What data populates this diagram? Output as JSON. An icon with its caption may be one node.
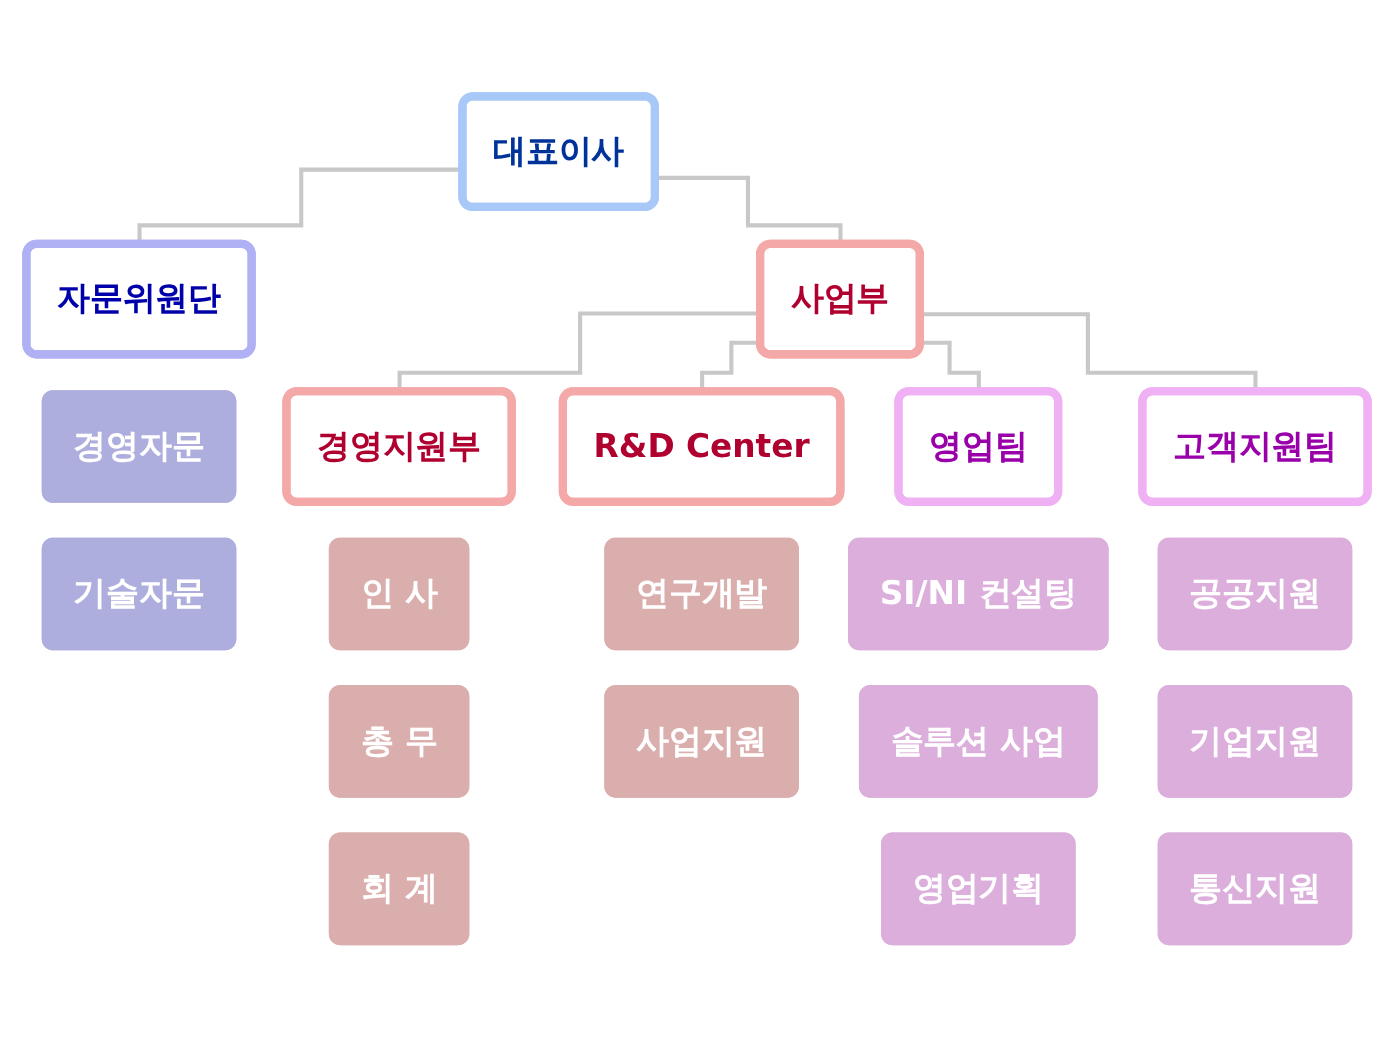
{
  "diagram": {
    "nodes": [
      {
        "text": [
          "대표이사"
        ]
      },
      {
        "text": [
          "자문위원단"
        ]
      },
      {
        "text": [
          "경영자문"
        ]
      },
      {
        "text": [
          "기술자문"
        ]
      },
      {
        "text": [
          "경영지원부"
        ]
      },
      {
        "text": [
          "인 사"
        ]
      },
      {
        "text": [
          "총 무"
        ]
      },
      {
        "text": [
          "회 계"
        ]
      },
      {
        "text": [
          "사업부"
        ]
      },
      {
        "text": [
          "R&D Center"
        ]
      },
      {
        "text": [
          "연구개발"
        ]
      },
      {
        "text": [
          "사업지원"
        ]
      },
      {
        "text": [
          "영업팀"
        ]
      },
      {
        "text": [
          "SI/NI 컨설팅"
        ]
      },
      {
        "text": [
          "솔루션 사업"
        ]
      },
      {
        "text": [
          "영업기획"
        ]
      },
      {
        "text": [
          "고객지원팀"
        ]
      },
      {
        "text": [
          "공공지원"
        ]
      },
      {
        "text": [
          "기업지원"
        ]
      },
      {
        "text": [
          "통신지원"
        ]
      }
    ],
    "edges": [
      {
        "from": 0,
        "to": 1,
        "arrow": "none"
      },
      {
        "from": 0,
        "to": 8,
        "arrow": "none"
      },
      {
        "from": 8,
        "to": 4,
        "arrow": "none"
      },
      {
        "from": 8,
        "to": 9,
        "arrow": "none"
      },
      {
        "from": 8,
        "to": 12,
        "arrow": "none"
      },
      {
        "from": 8,
        "to": 16,
        "arrow": "none"
      }
    ]
  }
}
